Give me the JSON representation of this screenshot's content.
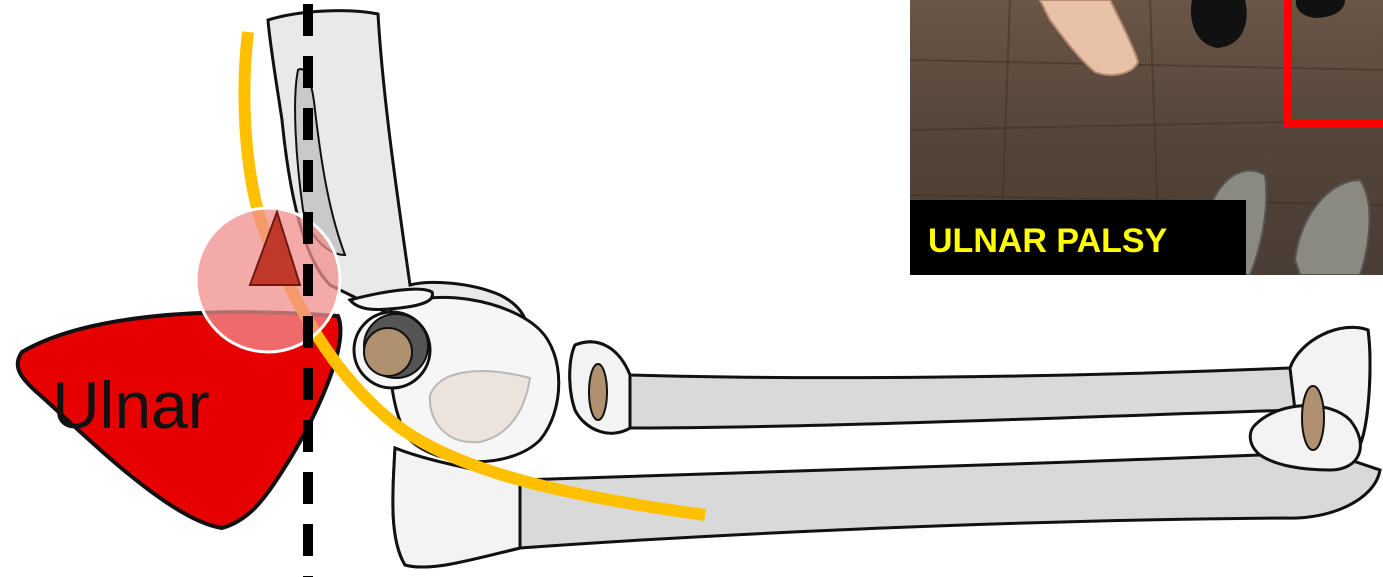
{
  "diagram": {
    "region_label": "Ulnar",
    "inset_caption": "ULNAR PALSY"
  },
  "colors": {
    "ulnar_region": "#e60000",
    "nerve": "#ffc000",
    "highlight_circle": "#f4a6a6",
    "triangle": "#c0392b",
    "bone_outline": "#111111",
    "humerus_fill": "#e9e9e9",
    "forearm_fill": "#d9d9d9",
    "bone_light": "#f6f6f6",
    "sesamoid": "#b0916f",
    "dashed_line": "#000000",
    "inset_caption_text": "#ffff00",
    "inset_caption_bg": "#000000",
    "inset_frame": "#ff0000",
    "floor": "#5e4c3e"
  },
  "icons": {
    "inset": "video-still-hand-and-feet"
  }
}
